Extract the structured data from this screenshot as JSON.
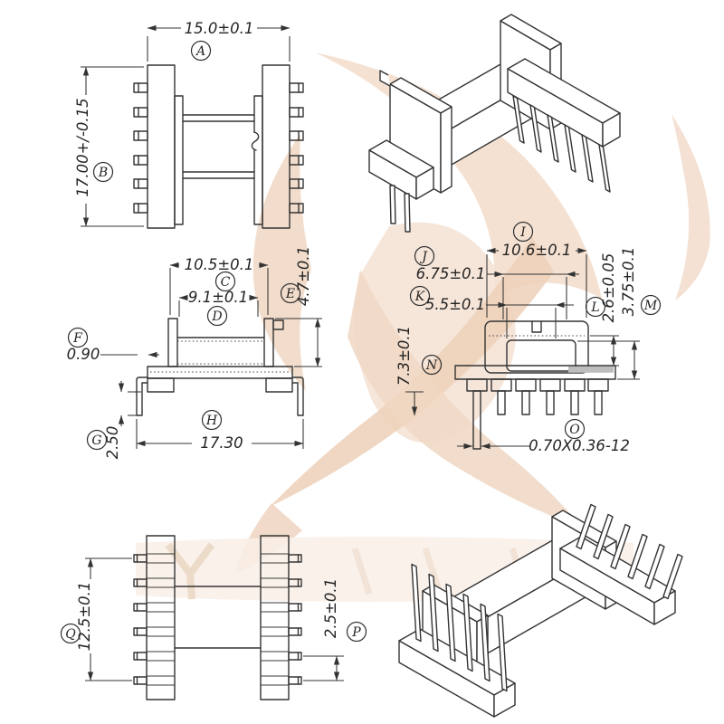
{
  "drawing": {
    "kind": "transformer bobbin engineering drawing",
    "colors": {
      "background": "#ffffff",
      "line": "#343434",
      "text": "#242424",
      "base_shade": "#bdbdbd",
      "watermark_light": "#f6e7db",
      "watermark_mid": "#f1d9c7",
      "watermark_deep": "#ecceb8"
    },
    "views": {
      "front": "front-view",
      "iso_top": "isometric-view-top",
      "side": "side-view",
      "end": "end-view",
      "top": "top-view",
      "iso_bottom": "isometric-view-bottom"
    },
    "dims": {
      "A": {
        "letter": "A",
        "value": "15.0±0.1"
      },
      "B": {
        "letter": "B",
        "value": "17.00+/-0.15"
      },
      "C": {
        "letter": "C",
        "value": "10.5±0.1"
      },
      "D": {
        "letter": "D",
        "value": "9.1±0.1"
      },
      "E": {
        "letter": "E",
        "value": "4.7±0.1"
      },
      "F": {
        "letter": "F",
        "value": "0.90"
      },
      "G": {
        "letter": "G",
        "value": "2.50"
      },
      "H": {
        "letter": "H",
        "value": "17.30"
      },
      "I": {
        "letter": "I",
        "value": "10.6±0.1"
      },
      "J": {
        "letter": "J",
        "value": "6.75±0.1"
      },
      "K": {
        "letter": "K",
        "value": "5.5±0.1"
      },
      "L": {
        "letter": "L",
        "value": "2.6±0.05"
      },
      "M": {
        "letter": "M",
        "value": "3.75±0.1"
      },
      "N": {
        "letter": "N",
        "value": "7.3±0.1"
      },
      "O": {
        "letter": "O",
        "value": "0.70X0.36-12"
      },
      "P": {
        "letter": "P",
        "value": "2.5±0.1"
      },
      "Q": {
        "letter": "Q",
        "value": "12.5±0.1"
      }
    }
  }
}
